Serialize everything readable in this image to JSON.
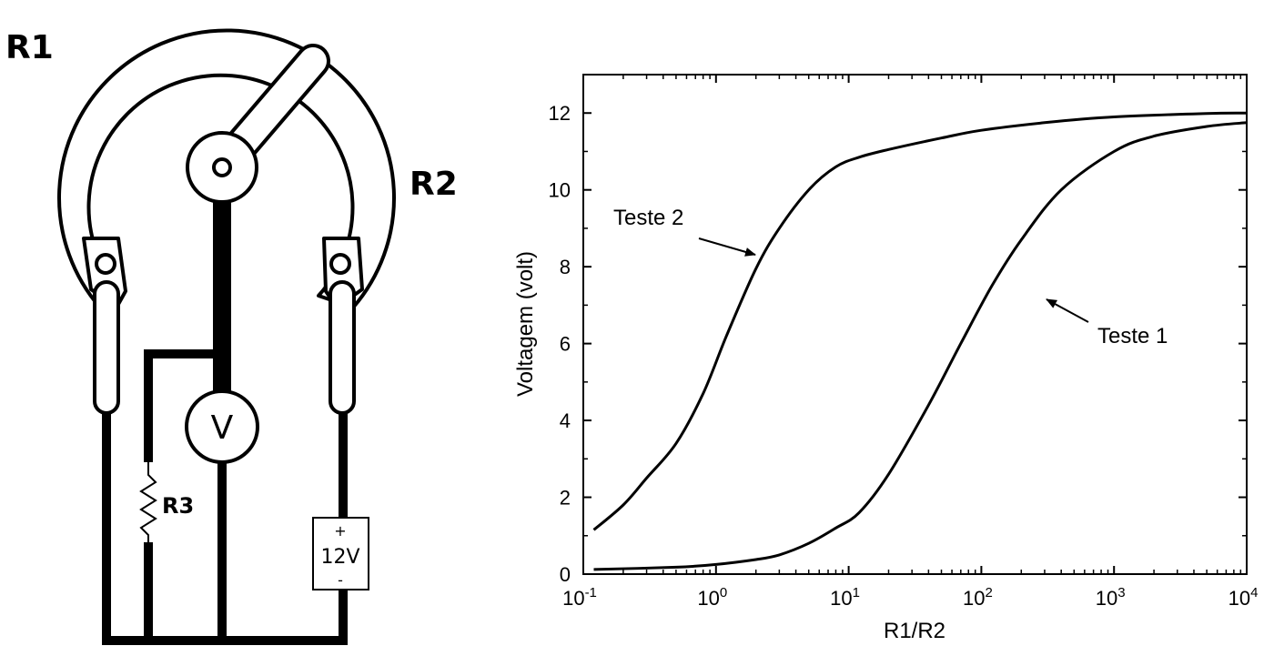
{
  "circuit": {
    "r1_label": "R1",
    "r2_label": "R2",
    "r3_label": "R3",
    "voltmeter_label": "V",
    "battery_plus": "+",
    "battery_value": "12V",
    "battery_minus": "-"
  },
  "chart_data": {
    "type": "line",
    "xlabel": "R1/R2",
    "ylabel": "Voltagem (volt)",
    "xscale": "log",
    "xlim": [
      0.1,
      10000
    ],
    "ylim": [
      0,
      13
    ],
    "x_ticks": [
      {
        "base": "10",
        "exp": "-1"
      },
      {
        "base": "10",
        "exp": "0"
      },
      {
        "base": "10",
        "exp": "1"
      },
      {
        "base": "10",
        "exp": "2"
      },
      {
        "base": "10",
        "exp": "3"
      },
      {
        "base": "10",
        "exp": "4"
      }
    ],
    "y_ticks": [
      "0",
      "2",
      "4",
      "6",
      "8",
      "10",
      "12"
    ],
    "series": [
      {
        "name": "Teste 2",
        "x": [
          0.12,
          0.2,
          0.3,
          0.5,
          0.8,
          1.2,
          2,
          3,
          5,
          8,
          12,
          20,
          50,
          100,
          300,
          1000,
          5000,
          10000
        ],
        "y": [
          1.15,
          1.8,
          2.5,
          3.4,
          4.7,
          6.2,
          7.95,
          9.0,
          10.0,
          10.6,
          10.85,
          11.05,
          11.35,
          11.55,
          11.75,
          11.9,
          11.99,
          12.0
        ]
      },
      {
        "name": "Teste 1",
        "x": [
          0.12,
          0.5,
          1,
          2,
          3,
          5,
          8,
          12,
          20,
          40,
          70,
          120,
          200,
          400,
          1000,
          2000,
          5000,
          10000
        ],
        "y": [
          0.12,
          0.18,
          0.25,
          0.38,
          0.5,
          0.8,
          1.2,
          1.6,
          2.6,
          4.4,
          6.0,
          7.5,
          8.7,
          10.0,
          11.0,
          11.4,
          11.65,
          11.75
        ]
      }
    ],
    "annotations": [
      {
        "text": "Teste 2",
        "series": "Teste 2"
      },
      {
        "text": "Teste 1",
        "series": "Teste 1"
      }
    ],
    "grid": false
  }
}
